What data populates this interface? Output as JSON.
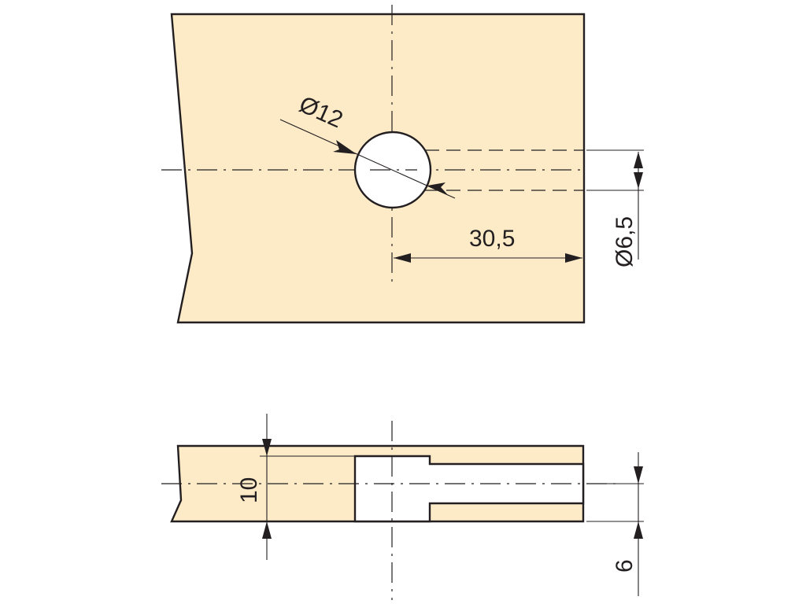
{
  "top_view": {
    "hole_diameter": "Ø12",
    "bore_diameter": "Ø6,5",
    "edge_distance": "30,5"
  },
  "side_view": {
    "drill_depth": "10",
    "bore_center_height": "6"
  }
}
